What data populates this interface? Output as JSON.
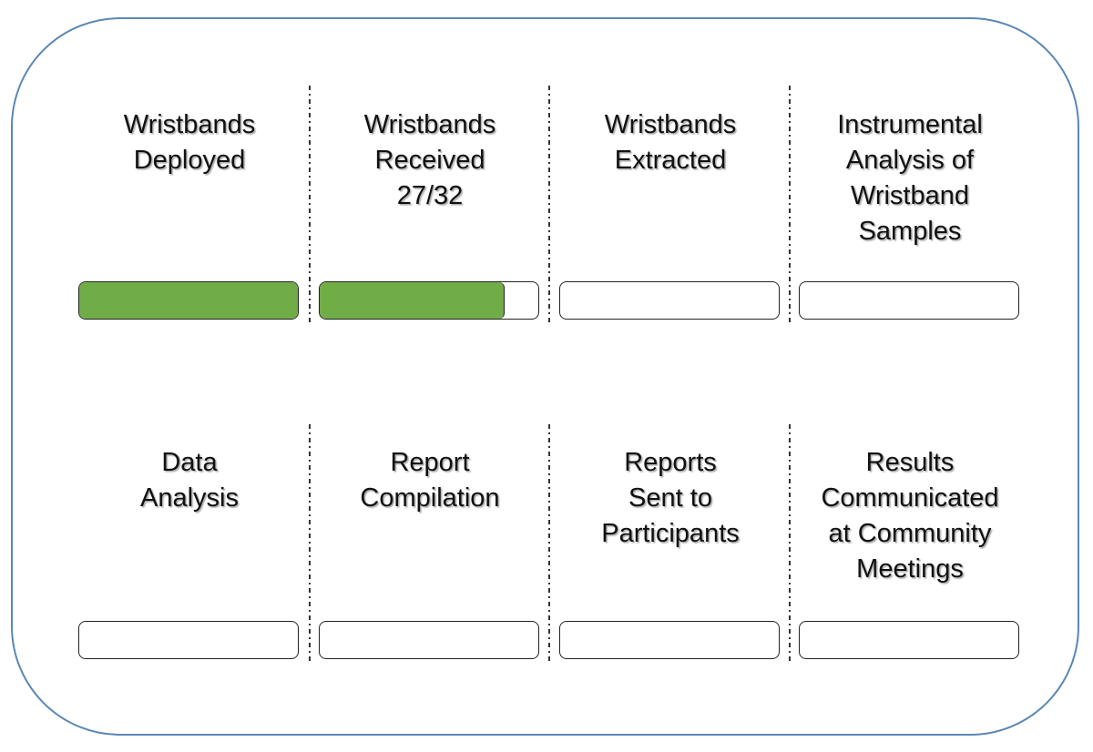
{
  "stages": [
    {
      "label": "Wristbands\nDeployed",
      "progress": 1.0
    },
    {
      "label": "Wristbands\nReceived\n27/32",
      "progress": 0.84375
    },
    {
      "label": "Wristbands\nExtracted",
      "progress": 0
    },
    {
      "label": "Instrumental\nAnalysis of\nWristband\nSamples",
      "progress": 0
    },
    {
      "label": "Data\nAnalysis",
      "progress": 0
    },
    {
      "label": "Report\nCompilation",
      "progress": 0
    },
    {
      "label": "Reports\nSent to\nParticipants",
      "progress": 0
    },
    {
      "label": "Results\nCommunicated\nat Community\nMeetings",
      "progress": 0
    }
  ],
  "colors": {
    "frame_border": "#5b87b5",
    "progress_fill": "#70ad47",
    "bar_border": "#222222"
  }
}
